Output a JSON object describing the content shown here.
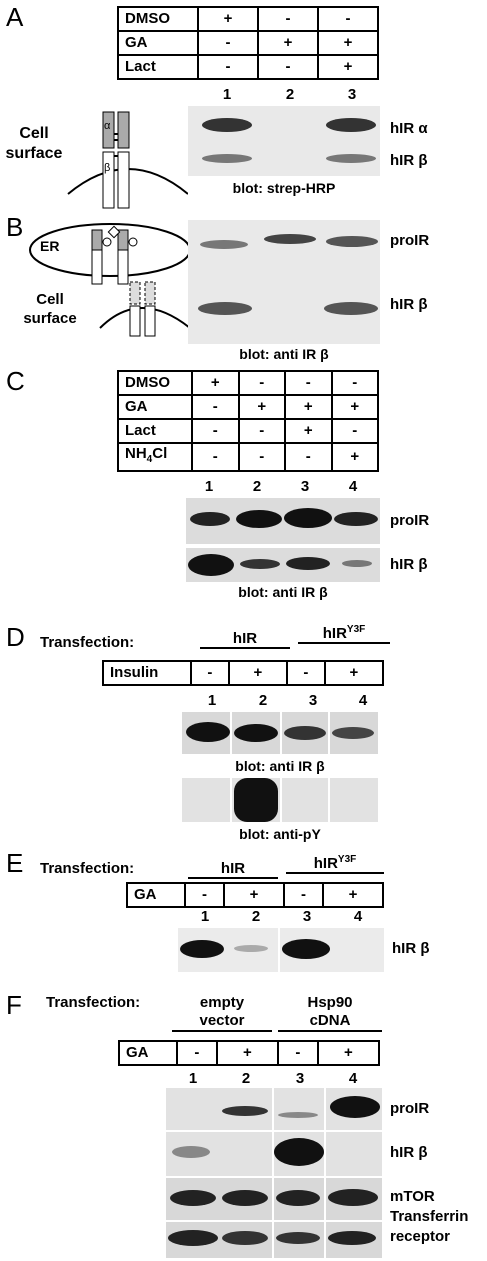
{
  "panelA": {
    "label": "A",
    "rows": [
      {
        "name": "DMSO",
        "vals": [
          "+",
          "-",
          "-"
        ]
      },
      {
        "name": "GA",
        "vals": [
          "-",
          "+",
          "+"
        ]
      },
      {
        "name": "Lact",
        "vals": [
          "-",
          "-",
          "+"
        ]
      }
    ],
    "lanes": [
      "1",
      "2",
      "3"
    ],
    "cell_surface": "Cell surface",
    "alpha": "α",
    "beta": "β",
    "band_labels": [
      "hIR α",
      "hIR β"
    ],
    "blot": "blot: strep-HRP"
  },
  "panelB": {
    "label": "B",
    "er": "ER",
    "cell_surface": "Cell surface",
    "band_labels": [
      "proIR",
      "hIR β"
    ],
    "blot": "blot: anti IR β"
  },
  "panelC": {
    "label": "C",
    "rows": [
      {
        "name": "DMSO",
        "vals": [
          "+",
          "-",
          "-",
          "-"
        ]
      },
      {
        "name": "GA",
        "vals": [
          "-",
          "+",
          "+",
          "+"
        ]
      },
      {
        "name": "Lact",
        "vals": [
          "-",
          "-",
          "+",
          "-"
        ]
      },
      {
        "name_main": "NH",
        "name_sub": "4",
        "name_end": "Cl",
        "vals": [
          "-",
          "-",
          "-",
          "+"
        ]
      }
    ],
    "lanes": [
      "1",
      "2",
      "3",
      "4"
    ],
    "band_labels": [
      "proIR",
      "hIR β"
    ],
    "blot": "blot: anti IR β"
  },
  "panelD": {
    "label": "D",
    "transfection": "Transfection:",
    "groups": [
      "hIR",
      "hIR",
      "Y3F"
    ],
    "row": {
      "name": "Insulin",
      "vals": [
        "-",
        "+",
        "-",
        "+"
      ]
    },
    "lanes": [
      "1",
      "2",
      "3",
      "4"
    ],
    "blots": [
      "blot: anti IR β",
      "blot: anti-pY"
    ]
  },
  "panelE": {
    "label": "E",
    "transfection": "Transfection:",
    "groups": [
      "hIR",
      "hIR",
      "Y3F"
    ],
    "row": {
      "name": "GA",
      "vals": [
        "-",
        "+",
        "-",
        "+"
      ]
    },
    "lanes": [
      "1",
      "2",
      "3",
      "4"
    ],
    "band_label": "hIR β"
  },
  "panelF": {
    "label": "F",
    "transfection": "Transfection:",
    "group1": [
      "empty",
      "vector"
    ],
    "group2": [
      "Hsp90",
      "cDNA"
    ],
    "row": {
      "name": "GA",
      "vals": [
        "-",
        "+",
        "-",
        "+"
      ]
    },
    "lanes": [
      "1",
      "2",
      "3",
      "4"
    ],
    "band_labels": [
      "proIR",
      "hIR β",
      "mTOR",
      "Transferrin",
      "receptor"
    ]
  }
}
